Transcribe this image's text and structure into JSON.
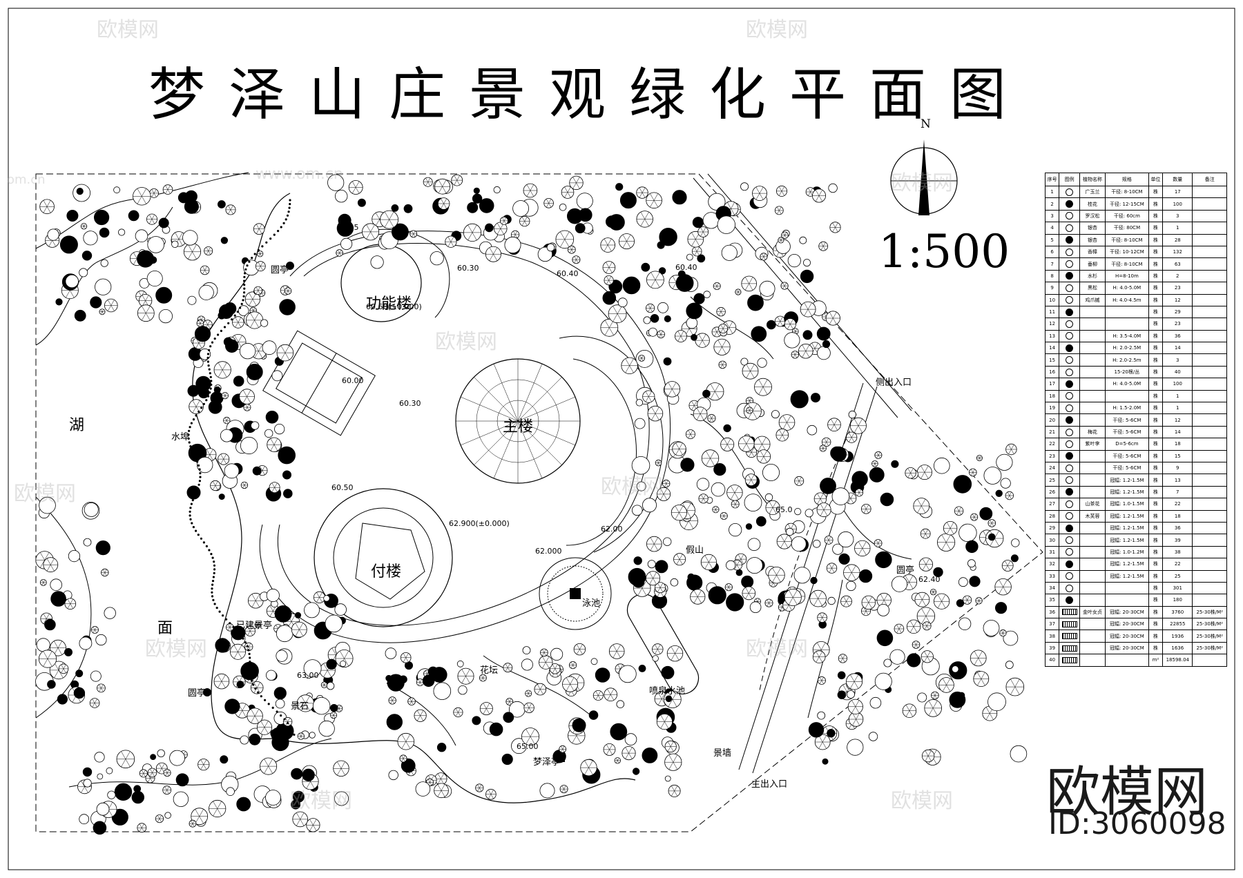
{
  "title": "梦泽山庄景观绿化平面图",
  "scale": "1:500",
  "north": "N",
  "brand": {
    "name": "欧模网",
    "id": "ID:3060098"
  },
  "watermarks": {
    "logo": "欧模网",
    "url": "www.om.cn",
    "short": "om.cn"
  },
  "labels": {
    "function_building": "功能楼",
    "main_building": "主楼",
    "annex_building": "付楼",
    "lake_1": "湖",
    "lake_2": "面",
    "side_entrance": "侧出入口",
    "main_entrance": "主出入口",
    "pavilion_1": "圆亭",
    "pavilion_2": "圆亭",
    "pavilion_3": "圆亭",
    "pavilion_4": "梦泽亭",
    "water_dock": "水埠",
    "existing_pavilion": "已建景亭",
    "landscape_stone": "景石",
    "fountain": "喷泉水池",
    "landscape_wall": "景墙",
    "flower_bed": "花坛",
    "stone_steps": "假山",
    "pool_area": "泳池"
  },
  "elevations": {
    "e1": "60.60(±0.000)",
    "e2": "62.900(±0.000)",
    "e3": "62.000",
    "e4": "62.00",
    "e5": "60.30",
    "e6": "60.40",
    "e7": "60.00",
    "e8": "60.30",
    "e9": "60.50",
    "e10": "65.00",
    "e11": "63.00",
    "e12": "65.0",
    "e13": "60.25",
    "e14": "62.40",
    "e15": "60.40"
  },
  "legend": {
    "headers": [
      "序号",
      "图例",
      "植物名称",
      "规格",
      "单位",
      "数量",
      "备注"
    ],
    "rows": [
      [
        "1",
        "",
        "广玉兰",
        "干径: 8-10CM",
        "株",
        "17",
        ""
      ],
      [
        "2",
        "",
        "桂花",
        "干径: 12-15CM",
        "株",
        "100",
        ""
      ],
      [
        "3",
        "",
        "罗汉松",
        "干径: 60cm",
        "株",
        "3",
        ""
      ],
      [
        "4",
        "",
        "银杏",
        "干径: 80CM",
        "株",
        "1",
        ""
      ],
      [
        "5",
        "",
        "银杏",
        "干径: 8-10CM",
        "株",
        "28",
        ""
      ],
      [
        "6",
        "",
        "香樟",
        "干径: 10-12CM",
        "株",
        "132",
        ""
      ],
      [
        "7",
        "",
        "垂柳",
        "干径: 8-10CM",
        "株",
        "63",
        ""
      ],
      [
        "8",
        "",
        "水杉",
        "H=8-10m",
        "株",
        "2",
        ""
      ],
      [
        "9",
        "",
        "黑松",
        "H: 4.0-5.0M",
        "株",
        "23",
        ""
      ],
      [
        "10",
        "",
        "鸡爪槭",
        "H: 4.0-4.5m",
        "株",
        "12",
        ""
      ],
      [
        "11",
        "",
        "",
        "",
        "株",
        "29",
        ""
      ],
      [
        "12",
        "",
        "",
        "",
        "株",
        "23",
        ""
      ],
      [
        "13",
        "",
        "",
        "H: 3.5-4.0M",
        "株",
        "36",
        ""
      ],
      [
        "14",
        "",
        "",
        "H: 2.0-2.5M",
        "株",
        "14",
        ""
      ],
      [
        "15",
        "",
        "",
        "H: 2.0-2.5m",
        "株",
        "3",
        ""
      ],
      [
        "16",
        "",
        "",
        "15-20根/丛",
        "株",
        "40",
        ""
      ],
      [
        "17",
        "",
        "",
        "H: 4.0-5.0M",
        "株",
        "100",
        ""
      ],
      [
        "18",
        "",
        "",
        "",
        "株",
        "1",
        ""
      ],
      [
        "19",
        "",
        "",
        "H: 1.5-2.0M",
        "株",
        "1",
        ""
      ],
      [
        "20",
        "",
        "",
        "干径: 5-6CM",
        "株",
        "12",
        ""
      ],
      [
        "21",
        "",
        "梅花",
        "干径: 5-6CM",
        "株",
        "14",
        ""
      ],
      [
        "22",
        "",
        "紫叶李",
        "D=5-6cm",
        "株",
        "18",
        ""
      ],
      [
        "23",
        "",
        "",
        "干径: 5-6CM",
        "株",
        "15",
        ""
      ],
      [
        "24",
        "",
        "",
        "干径: 5-6CM",
        "株",
        "9",
        ""
      ],
      [
        "25",
        "",
        "",
        "冠幅: 1.2-1.5M",
        "株",
        "13",
        ""
      ],
      [
        "26",
        "",
        "",
        "冠幅: 1.2-1.5M",
        "株",
        "7",
        ""
      ],
      [
        "27",
        "",
        "山茶花",
        "冠幅: 1.0-1.5M",
        "株",
        "22",
        ""
      ],
      [
        "28",
        "",
        "木芙蓉",
        "冠幅: 1.2-1.5M",
        "株",
        "18",
        ""
      ],
      [
        "29",
        "",
        "",
        "冠幅: 1.2-1.5M",
        "株",
        "36",
        ""
      ],
      [
        "30",
        "",
        "",
        "冠幅: 1.2-1.5M",
        "株",
        "39",
        ""
      ],
      [
        "31",
        "",
        "",
        "冠幅: 1.0-1.2M",
        "株",
        "38",
        ""
      ],
      [
        "32",
        "",
        "",
        "冠幅: 1.2-1.5M",
        "株",
        "22",
        ""
      ],
      [
        "33",
        "",
        "",
        "冠幅: 1.2-1.5M",
        "株",
        "25",
        ""
      ],
      [
        "34",
        "",
        "",
        "",
        "株",
        "301",
        ""
      ],
      [
        "35",
        "",
        "",
        "",
        "株",
        "180",
        ""
      ],
      [
        "36",
        "",
        "金叶女贞",
        "冠幅: 20-30CM",
        "株",
        "3760",
        "25-30株/M²"
      ],
      [
        "37",
        "",
        "",
        "冠幅: 20-30CM",
        "株",
        "22855",
        "25-30株/M²"
      ],
      [
        "38",
        "",
        "",
        "冠幅: 20-30CM",
        "株",
        "1936",
        "25-30株/M²"
      ],
      [
        "39",
        "",
        "",
        "冠幅: 20-30CM",
        "株",
        "1636",
        "25-30株/M²"
      ],
      [
        "40",
        "",
        "",
        "",
        "m²",
        "18598.04",
        ""
      ]
    ]
  }
}
